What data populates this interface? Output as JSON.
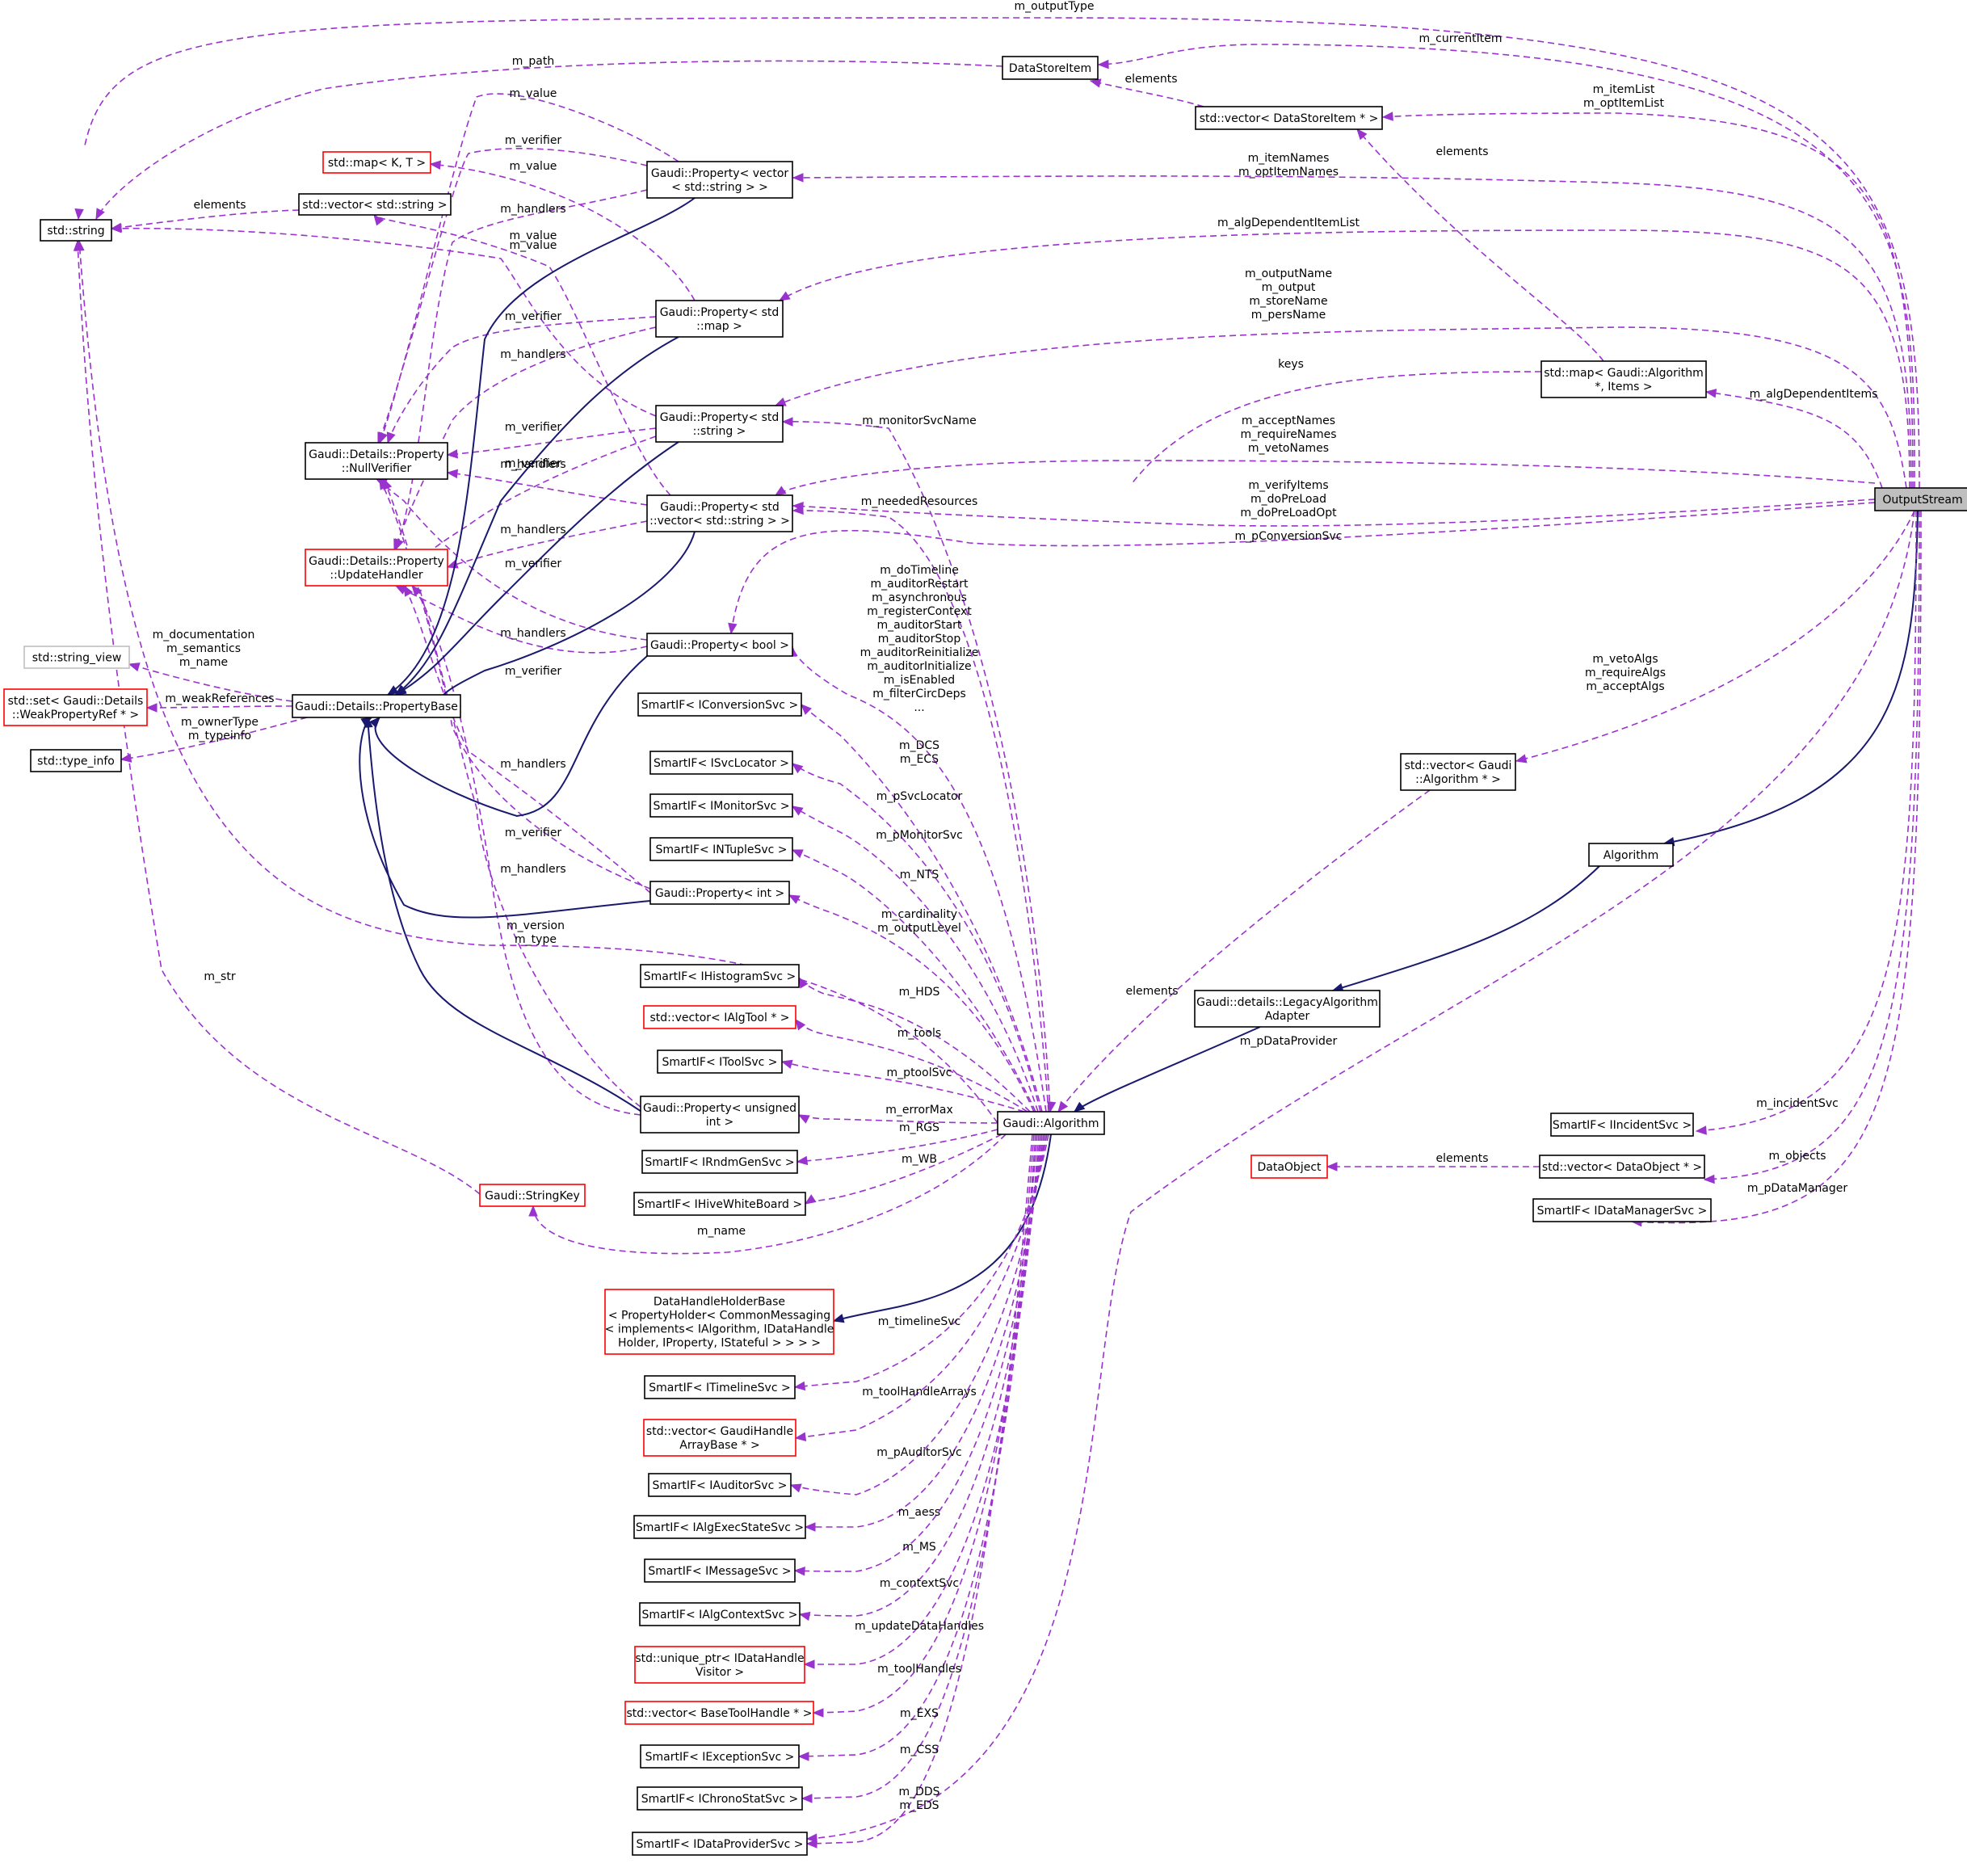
{
  "nodes": [
    {
      "id": "OutputStream",
      "label": [
        "OutputStream"
      ],
      "style": "root"
    },
    {
      "id": "DataStoreItem",
      "label": [
        "DataStoreItem"
      ],
      "style": "normal"
    },
    {
      "id": "vecDataStoreItem",
      "label": [
        "std::vector< DataStoreItem * >"
      ],
      "style": "normal"
    },
    {
      "id": "stdstring",
      "label": [
        "std::string"
      ],
      "style": "normal"
    },
    {
      "id": "stdmapKT",
      "label": [
        "std::map< K, T >"
      ],
      "style": "red"
    },
    {
      "id": "vecstring",
      "label": [
        "std::vector< std::string >"
      ],
      "style": "normal"
    },
    {
      "id": "PropVecString",
      "label": [
        "Gaudi::Property< vector",
        "< std::string > >"
      ],
      "style": "normal"
    },
    {
      "id": "PropStdMap",
      "label": [
        "Gaudi::Property< std",
        "::map >"
      ],
      "style": "normal"
    },
    {
      "id": "PropStdString",
      "label": [
        "Gaudi::Property< std",
        "::string >"
      ],
      "style": "normal"
    },
    {
      "id": "PropStdVecString",
      "label": [
        "Gaudi::Property< std",
        "::vector< std::string > >"
      ],
      "style": "normal"
    },
    {
      "id": "NullVerifier",
      "label": [
        "Gaudi::Details::Property",
        "::NullVerifier"
      ],
      "style": "normal"
    },
    {
      "id": "UpdateHandler",
      "label": [
        "Gaudi::Details::Property",
        "::UpdateHandler"
      ],
      "style": "red"
    },
    {
      "id": "PropBool",
      "label": [
        "Gaudi::Property< bool >"
      ],
      "style": "normal"
    },
    {
      "id": "stringview",
      "label": [
        "std::string_view"
      ],
      "style": "gray"
    },
    {
      "id": "setWeak",
      "label": [
        "std::set< Gaudi::Details",
        "::WeakPropertyRef * >"
      ],
      "style": "red"
    },
    {
      "id": "PropertyBase",
      "label": [
        "Gaudi::Details::PropertyBase"
      ],
      "style": "normal"
    },
    {
      "id": "typeinfo",
      "label": [
        "std::type_info"
      ],
      "style": "normal"
    },
    {
      "id": "SIConversion",
      "label": [
        "SmartIF< IConversionSvc >"
      ],
      "style": "normal"
    },
    {
      "id": "SISvcLocator",
      "label": [
        "SmartIF< ISvcLocator >"
      ],
      "style": "normal"
    },
    {
      "id": "SIMonitorSvc",
      "label": [
        "SmartIF< IMonitorSvc >"
      ],
      "style": "normal"
    },
    {
      "id": "SINTupleSvc",
      "label": [
        "SmartIF< INTupleSvc >"
      ],
      "style": "normal"
    },
    {
      "id": "PropInt",
      "label": [
        "Gaudi::Property< int >"
      ],
      "style": "normal"
    },
    {
      "id": "SIHistogramSvc",
      "label": [
        "SmartIF< IHistogramSvc >"
      ],
      "style": "normal"
    },
    {
      "id": "vecIAlgTool",
      "label": [
        "std::vector< IAlgTool * >"
      ],
      "style": "red"
    },
    {
      "id": "SIToolSvc",
      "label": [
        "SmartIF< IToolSvc >"
      ],
      "style": "normal"
    },
    {
      "id": "PropUInt",
      "label": [
        "Gaudi::Property< unsigned",
        "int >"
      ],
      "style": "normal"
    },
    {
      "id": "SIRndmGenSvc",
      "label": [
        "SmartIF< IRndmGenSvc >"
      ],
      "style": "normal"
    },
    {
      "id": "SIHiveWhiteBoard",
      "label": [
        "SmartIF< IHiveWhiteBoard >"
      ],
      "style": "normal"
    },
    {
      "id": "StringKey",
      "label": [
        "Gaudi::StringKey"
      ],
      "style": "red"
    },
    {
      "id": "DataHandleHolderBase",
      "label": [
        "DataHandleHolderBase",
        "< PropertyHolder< CommonMessaging",
        "< implements< IAlgorithm, IDataHandle",
        "Holder, IProperty, IStateful > > > >"
      ],
      "style": "red"
    },
    {
      "id": "SITimelineSvc",
      "label": [
        "SmartIF< ITimelineSvc >"
      ],
      "style": "normal"
    },
    {
      "id": "vecGaudiHandleArray",
      "label": [
        "std::vector< GaudiHandle",
        "ArrayBase * >"
      ],
      "style": "red"
    },
    {
      "id": "SIAuditorSvc",
      "label": [
        "SmartIF< IAuditorSvc >"
      ],
      "style": "normal"
    },
    {
      "id": "SIAlgExecStateSvc",
      "label": [
        "SmartIF< IAlgExecStateSvc >"
      ],
      "style": "normal"
    },
    {
      "id": "SIMessageSvc",
      "label": [
        "SmartIF< IMessageSvc >"
      ],
      "style": "normal"
    },
    {
      "id": "SIAlgContextSvc",
      "label": [
        "SmartIF< IAlgContextSvc >"
      ],
      "style": "normal"
    },
    {
      "id": "uptrVisitor",
      "label": [
        "std::unique_ptr< IDataHandle",
        "Visitor >"
      ],
      "style": "red"
    },
    {
      "id": "vecBaseToolHandle",
      "label": [
        "std::vector< BaseToolHandle * >"
      ],
      "style": "red"
    },
    {
      "id": "SIExceptionSvc",
      "label": [
        "SmartIF< IExceptionSvc >"
      ],
      "style": "normal"
    },
    {
      "id": "SIChronoStatSvc",
      "label": [
        "SmartIF< IChronoStatSvc >"
      ],
      "style": "normal"
    },
    {
      "id": "SIDataProviderSvc",
      "label": [
        "SmartIF< IDataProviderSvc >"
      ],
      "style": "normal"
    },
    {
      "id": "GaudiAlgorithm",
      "label": [
        "Gaudi::Algorithm"
      ],
      "style": "normal"
    },
    {
      "id": "LegacyAdapter",
      "label": [
        "Gaudi::details::LegacyAlgorithm",
        "Adapter"
      ],
      "style": "normal"
    },
    {
      "id": "Algorithm",
      "label": [
        "Algorithm"
      ],
      "style": "normal"
    },
    {
      "id": "mapAlgItems",
      "label": [
        "std::map< Gaudi::Algorithm",
        "*, Items >"
      ],
      "style": "normal"
    },
    {
      "id": "vecAlgPtr",
      "label": [
        "std::vector< Gaudi",
        "::Algorithm * >"
      ],
      "style": "normal"
    },
    {
      "id": "SIIncidentSvc",
      "label": [
        "SmartIF< IIncidentSvc >"
      ],
      "style": "normal"
    },
    {
      "id": "DataObject",
      "label": [
        "DataObject"
      ],
      "style": "red"
    },
    {
      "id": "vecDataObject",
      "label": [
        "std::vector< DataObject * >"
      ],
      "style": "normal"
    },
    {
      "id": "SIDataManagerSvc",
      "label": [
        "SmartIF< IDataManagerSvc >"
      ],
      "style": "normal"
    }
  ],
  "edges": [
    {
      "id": "e_outputType",
      "type": "usage",
      "label": [
        "m_outputType"
      ]
    },
    {
      "id": "e_currentItem",
      "type": "usage",
      "label": [
        "m_currentItem"
      ]
    },
    {
      "id": "e_path",
      "type": "usage",
      "label": [
        "m_path"
      ]
    },
    {
      "id": "e_dsi_elements",
      "type": "usage",
      "label": [
        "elements"
      ]
    },
    {
      "id": "e_itemList",
      "type": "usage",
      "label": [
        "m_itemList",
        "m_optItemList"
      ]
    },
    {
      "id": "e_itemNames",
      "type": "usage",
      "label": [
        "m_itemNames",
        "m_optItemNames"
      ]
    },
    {
      "id": "e_algDepItemList",
      "type": "usage",
      "label": [
        "m_algDependentItemList"
      ]
    },
    {
      "id": "e_outputName",
      "type": "usage",
      "label": [
        "m_outputName",
        "m_output",
        "m_storeName",
        "m_persName"
      ]
    },
    {
      "id": "e_algDepItems",
      "type": "usage",
      "label": [
        "m_algDependentItems"
      ]
    },
    {
      "id": "e_acceptNames",
      "type": "usage",
      "label": [
        "m_acceptNames",
        "m_requireNames",
        "m_vetoNames"
      ]
    },
    {
      "id": "e_verifyItems",
      "type": "usage",
      "label": [
        "m_verifyItems",
        "m_doPreLoad",
        "m_doPreLoadOpt"
      ]
    },
    {
      "id": "e_pConversionSvc",
      "type": "usage",
      "label": [
        "m_pConversionSvc"
      ]
    },
    {
      "id": "e_vetoAlgs",
      "type": "usage",
      "label": [
        "m_vetoAlgs",
        "m_requireAlgs",
        "m_acceptAlgs"
      ]
    },
    {
      "id": "e_inh_Algorithm",
      "type": "inherit",
      "label": []
    },
    {
      "id": "e_pDataProvider",
      "type": "usage",
      "label": [
        "m_pDataProvider"
      ]
    },
    {
      "id": "e_incidentSvc",
      "type": "usage",
      "label": [
        "m_incidentSvc"
      ]
    },
    {
      "id": "e_objects",
      "type": "usage",
      "label": [
        "m_objects"
      ]
    },
    {
      "id": "e_pDataManager",
      "type": "usage",
      "label": [
        "m_pDataManager"
      ]
    },
    {
      "id": "e_do_elements",
      "type": "usage",
      "label": [
        "elements"
      ]
    },
    {
      "id": "e_map_elements",
      "type": "usage",
      "label": [
        "elements"
      ]
    },
    {
      "id": "e_keys",
      "type": "usage",
      "label": [
        "keys"
      ]
    },
    {
      "id": "e_vecalg_elements",
      "type": "usage",
      "label": [
        "elements"
      ]
    },
    {
      "id": "e_inh_Legacy",
      "type": "inherit",
      "label": []
    },
    {
      "id": "e_inh_GaudiAlg",
      "type": "inherit",
      "label": []
    },
    {
      "id": "e_vs_elements",
      "type": "usage",
      "label": [
        "elements"
      ]
    },
    {
      "id": "e_pvs_value",
      "type": "usage",
      "label": [
        "m_value"
      ]
    },
    {
      "id": "e_pvs_verifier",
      "type": "usage",
      "label": [
        "m_verifier"
      ]
    },
    {
      "id": "e_pvs_handlers",
      "type": "usage",
      "label": [
        "m_handlers"
      ]
    },
    {
      "id": "e_pm_value",
      "type": "usage",
      "label": [
        "m_value"
      ]
    },
    {
      "id": "e_pm_verifier",
      "type": "usage",
      "label": [
        "m_verifier"
      ]
    },
    {
      "id": "e_pm_handlers",
      "type": "usage",
      "label": [
        "m_handlers"
      ]
    },
    {
      "id": "e_ps_value",
      "type": "usage",
      "label": [
        "m_value"
      ]
    },
    {
      "id": "e_ps_verifier",
      "type": "usage",
      "label": [
        "m_verifier"
      ]
    },
    {
      "id": "e_ps_handlers",
      "type": "usage",
      "label": [
        "m_handlers"
      ]
    },
    {
      "id": "e_psv_value",
      "type": "usage",
      "label": [
        "m_value"
      ]
    },
    {
      "id": "e_psv_verifier",
      "type": "usage",
      "label": [
        "m_verifier"
      ]
    },
    {
      "id": "e_psv_handlers",
      "type": "usage",
      "label": [
        "m_handlers"
      ]
    },
    {
      "id": "e_pb_verifier",
      "type": "usage",
      "label": [
        "m_verifier"
      ]
    },
    {
      "id": "e_pb_handlers",
      "type": "usage",
      "label": [
        "m_handlers"
      ]
    },
    {
      "id": "e_pi_verifier",
      "type": "usage",
      "label": [
        "m_verifier"
      ]
    },
    {
      "id": "e_pi_handlers",
      "type": "usage",
      "label": [
        "m_handlers"
      ]
    },
    {
      "id": "e_pu_verifier",
      "type": "usage",
      "label": [
        "m_verifier"
      ]
    },
    {
      "id": "e_pu_handlers",
      "type": "usage",
      "label": [
        "m_handlers"
      ]
    },
    {
      "id": "e_pb_doc",
      "type": "usage",
      "label": [
        "m_documentation",
        "m_semantics",
        "m_name"
      ]
    },
    {
      "id": "e_pb_weak",
      "type": "usage",
      "label": [
        "m_weakReferences"
      ]
    },
    {
      "id": "e_pb_owner",
      "type": "usage",
      "label": [
        "m_ownerType",
        "m_typeinfo"
      ]
    },
    {
      "id": "e_inh_pvs",
      "type": "inherit",
      "label": []
    },
    {
      "id": "e_inh_pm",
      "type": "inherit",
      "label": []
    },
    {
      "id": "e_inh_ps",
      "type": "inherit",
      "label": []
    },
    {
      "id": "e_inh_psv",
      "type": "inherit",
      "label": []
    },
    {
      "id": "e_inh_pb",
      "type": "inherit",
      "label": []
    },
    {
      "id": "e_inh_pi",
      "type": "inherit",
      "label": []
    },
    {
      "id": "e_inh_pu",
      "type": "inherit",
      "label": []
    },
    {
      "id": "e_version",
      "type": "usage",
      "label": [
        "m_version",
        "m_type"
      ]
    },
    {
      "id": "e_str",
      "type": "usage",
      "label": [
        "m_str"
      ]
    },
    {
      "id": "e_monitorSvcName",
      "type": "usage",
      "label": [
        "m_monitorSvcName"
      ]
    },
    {
      "id": "e_neededResources",
      "type": "usage",
      "label": [
        "m_neededResources"
      ]
    },
    {
      "id": "e_doTimeline",
      "type": "usage",
      "label": [
        "m_doTimeline",
        "m_auditorRestart",
        "m_asynchronous",
        "m_registerContext",
        "m_auditorStart",
        "m_auditorStop",
        "m_auditorReinitialize",
        "m_auditorInitialize",
        "m_isEnabled",
        "m_filterCircDeps",
        "..."
      ]
    },
    {
      "id": "e_DCS",
      "type": "usage",
      "label": [
        "m_DCS",
        "m_ECS"
      ]
    },
    {
      "id": "e_pSvcLocator",
      "type": "usage",
      "label": [
        "m_pSvcLocator"
      ]
    },
    {
      "id": "e_pMonitorSvc",
      "type": "usage",
      "label": [
        "m_pMonitorSvc"
      ]
    },
    {
      "id": "e_NTS",
      "type": "usage",
      "label": [
        "m_NTS"
      ]
    },
    {
      "id": "e_cardinality",
      "type": "usage",
      "label": [
        "m_cardinality",
        "m_outputLevel"
      ]
    },
    {
      "id": "e_HDS",
      "type": "usage",
      "label": [
        "m_HDS"
      ]
    },
    {
      "id": "e_tools",
      "type": "usage",
      "label": [
        "m_tools"
      ]
    },
    {
      "id": "e_ptoolSvc",
      "type": "usage",
      "label": [
        "m_ptoolSvc"
      ]
    },
    {
      "id": "e_errorMax",
      "type": "usage",
      "label": [
        "m_errorMax"
      ]
    },
    {
      "id": "e_RGS",
      "type": "usage",
      "label": [
        "m_RGS"
      ]
    },
    {
      "id": "e_WB",
      "type": "usage",
      "label": [
        "m_WB"
      ]
    },
    {
      "id": "e_name",
      "type": "usage",
      "label": [
        "m_name"
      ]
    },
    {
      "id": "e_inh_DHHB",
      "type": "inherit",
      "label": []
    },
    {
      "id": "e_timelineSvc",
      "type": "usage",
      "label": [
        "m_timelineSvc"
      ]
    },
    {
      "id": "e_toolHandleArrays",
      "type": "usage",
      "label": [
        "m_toolHandleArrays"
      ]
    },
    {
      "id": "e_pAuditorSvc",
      "type": "usage",
      "label": [
        "m_pAuditorSvc"
      ]
    },
    {
      "id": "e_aess",
      "type": "usage",
      "label": [
        "m_aess"
      ]
    },
    {
      "id": "e_MS",
      "type": "usage",
      "label": [
        "m_MS"
      ]
    },
    {
      "id": "e_contextSvc",
      "type": "usage",
      "label": [
        "m_contextSvc"
      ]
    },
    {
      "id": "e_updateDataHandles",
      "type": "usage",
      "label": [
        "m_updateDataHandles"
      ]
    },
    {
      "id": "e_toolHandles",
      "type": "usage",
      "label": [
        "m_toolHandles"
      ]
    },
    {
      "id": "e_EXS",
      "type": "usage",
      "label": [
        "m_EXS"
      ]
    },
    {
      "id": "e_CSS",
      "type": "usage",
      "label": [
        "m_CSS"
      ]
    },
    {
      "id": "e_DDS",
      "type": "usage",
      "label": [
        "m_DDS",
        "m_EDS"
      ]
    }
  ]
}
